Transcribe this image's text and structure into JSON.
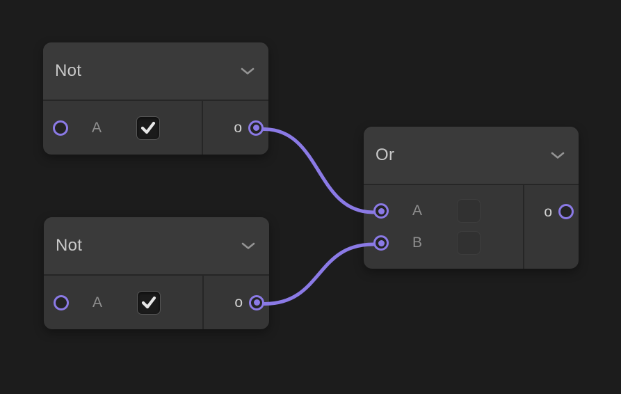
{
  "editor": {
    "background_color": "#1c1c1c",
    "accent_color": "#8b7ae6",
    "node_color": "#363636",
    "header_color": "#3a3a3a",
    "title_color": "#c9c9c9",
    "port_label_color": "#8f8f8f"
  },
  "nodes": [
    {
      "title": "Not",
      "collapse_icon": "chevron-down-icon",
      "inputs": [
        {
          "label": "A",
          "control": {
            "type": "checkbox",
            "checked": true
          },
          "connected": false
        }
      ],
      "outputs": [
        {
          "label": "o",
          "connected": true
        }
      ]
    },
    {
      "title": "Not",
      "collapse_icon": "chevron-down-icon",
      "inputs": [
        {
          "label": "A",
          "control": {
            "type": "checkbox",
            "checked": true
          },
          "connected": false
        }
      ],
      "outputs": [
        {
          "label": "o",
          "connected": true
        }
      ]
    },
    {
      "title": "Or",
      "collapse_icon": "chevron-down-icon",
      "inputs": [
        {
          "label": "A",
          "control": {
            "type": "checkbox",
            "checked": false
          },
          "connected": true
        },
        {
          "label": "B",
          "control": {
            "type": "checkbox",
            "checked": false
          },
          "connected": true
        }
      ],
      "outputs": [
        {
          "label": "o",
          "connected": false
        }
      ]
    }
  ],
  "connections": [
    {
      "from": "not-1.output.o",
      "to": "or.input.A"
    },
    {
      "from": "not-2.output.o",
      "to": "or.input.B"
    }
  ]
}
